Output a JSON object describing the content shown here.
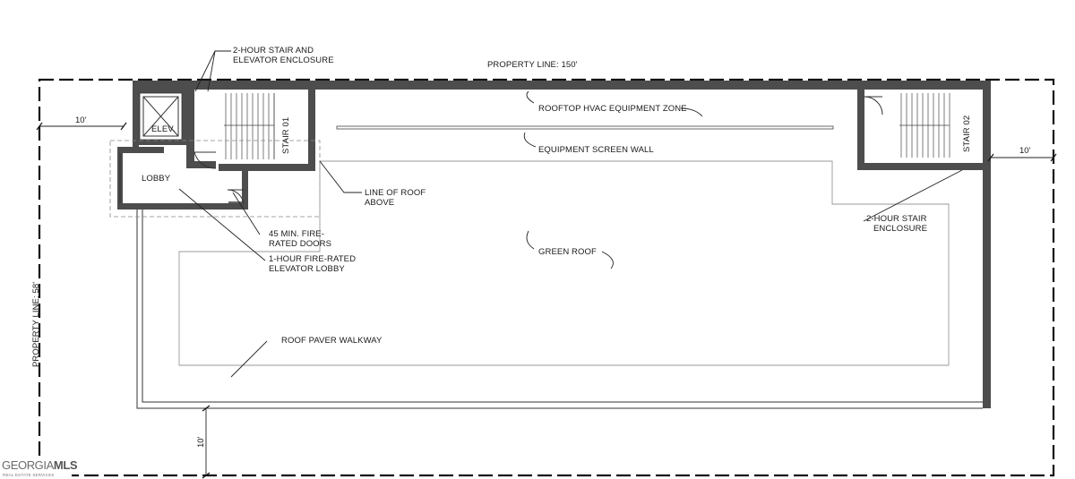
{
  "labels": {
    "stair_elevator_enclosure": [
      "2-HOUR STAIR AND",
      "ELEVATOR ENCLOSURE"
    ],
    "property_line_top": "PROPERTY LINE: 150'",
    "property_line_left": "PROPERTY LINE: 58'",
    "hvac_zone": "ROOFTOP HVAC EQUIPMENT ZONE",
    "screen_wall": "EQUIPMENT SCREEN WALL",
    "elevator": "ELEV.",
    "stair_01": "STAIR 01",
    "stair_02": "STAIR 02",
    "lobby": "LOBBY",
    "line_of_roof": [
      "LINE OF ROOF",
      "ABOVE"
    ],
    "stair_enclosure_right": [
      "2-HOUR STAIR",
      "ENCLOSURE"
    ],
    "fire_doors": [
      "45 MIN. FIRE-",
      "RATED DOORS"
    ],
    "elevator_lobby": [
      "1-HOUR FIRE-RATED",
      "ELEVATOR LOBBY"
    ],
    "green_roof": "GREEN ROOF",
    "walkway": "ROOF PAVER WALKWAY"
  },
  "dimensions": {
    "left_setback": "10'",
    "right_setback": "10'",
    "bottom_setback": "10'"
  },
  "logo": {
    "brand_a": "GEORGIA",
    "brand_b": "MLS",
    "tagline": "REAL ESTATE SERVICES"
  }
}
